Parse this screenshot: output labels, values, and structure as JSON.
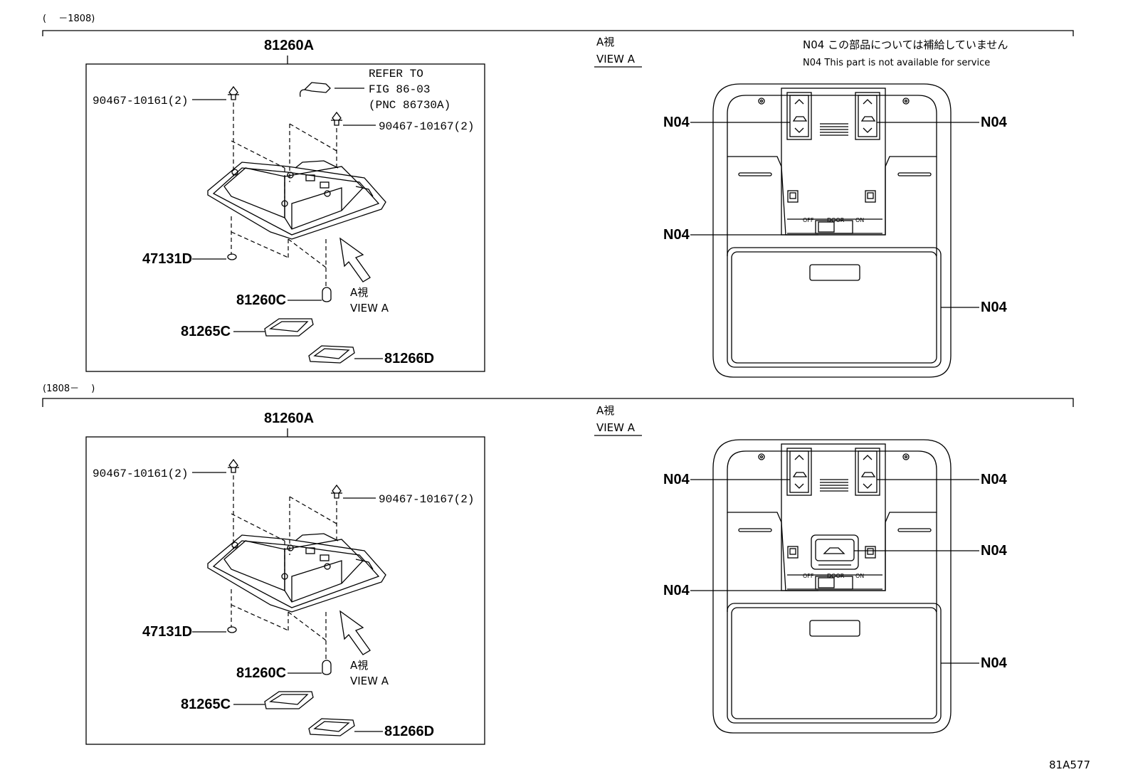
{
  "sections": [
    {
      "range": "(　 －1808)",
      "main_part": "81260A",
      "view_label_jp": "A視",
      "view_label_en": "VIEW A",
      "refer": [
        "REFER TO",
        "FIG 86-03",
        "(PNC 86730A)"
      ],
      "clip_left": "90467-10161(2)",
      "clip_right": "90467-10167(2)",
      "lens": "47131D",
      "bulb": "81260C",
      "cover1": "81265C",
      "cover2": "81266D",
      "view_callouts": [
        "N04",
        "N04",
        "N04",
        "N04"
      ]
    },
    {
      "range": "(1808－　 )",
      "main_part": "81260A",
      "view_label_jp": "A視",
      "view_label_en": "VIEW A",
      "clip_left": "90467-10161(2)",
      "clip_right": "90467-10167(2)",
      "lens": "47131D",
      "bulb": "81260C",
      "cover1": "81265C",
      "cover2": "81266D",
      "view_callouts": [
        "N04",
        "N04",
        "N04",
        "N04",
        "N04"
      ]
    }
  ],
  "note_jp": "N04 この部品については補給していません",
  "note_en": "N04 This part is not available for service",
  "switch_labels": {
    "off": "OFF",
    "door": "DOOR",
    "on": "ON"
  },
  "figure_id": "81A577"
}
